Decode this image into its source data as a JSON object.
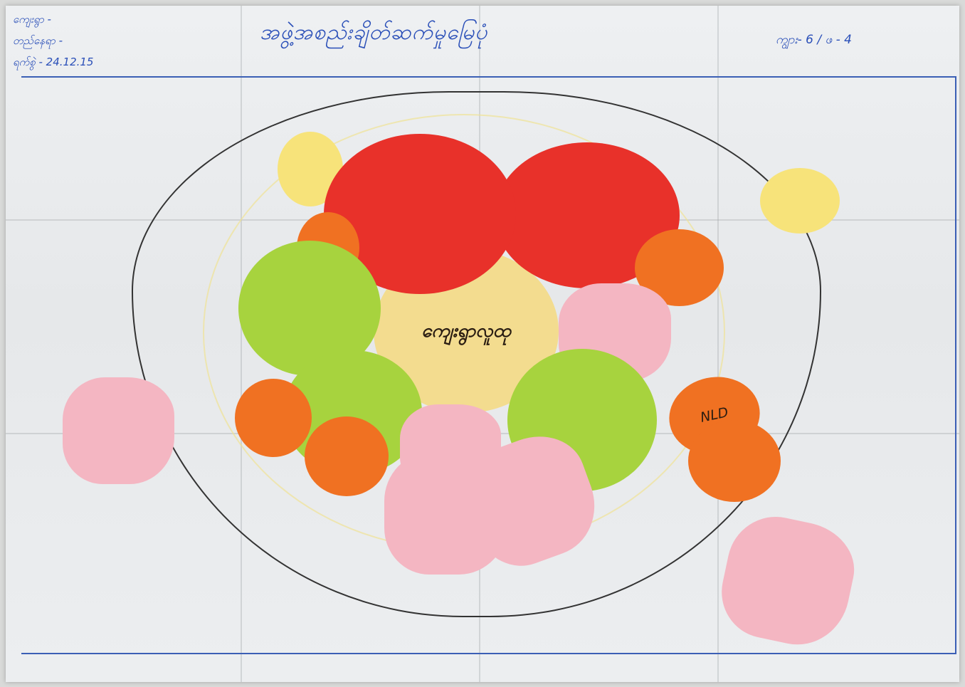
{
  "header": {
    "title": "အဖွဲ့အစည်းချိတ်ဆက်မှုမြေပုံ",
    "left_lines": [
      "ကျေးရွာ - ",
      "တည်နေရာ - ",
      "ရက်စွဲ - 24.12.15"
    ],
    "right_lines": [
      "",
      "ကျွား- 6 / ဖ - 4",
      ""
    ]
  },
  "circles": {
    "center": "ကျေးရွာလူထု",
    "big_red_left": "",
    "big_red_right": "",
    "orange_top_left": "",
    "orange_right": "",
    "green_left": "",
    "green_bottom_left": "",
    "orange_bottom_left_1": "",
    "orange_bottom_left_2": "",
    "pink_bottom_1": "",
    "pink_bottom_2": "",
    "pink_bottom_3": "",
    "green_right": "",
    "pink_right": "",
    "orange_nld_1": "NLD",
    "orange_nld_2": "",
    "yellow_top_left": "",
    "yellow_top_right": "",
    "pink_far_left": "",
    "pink_bottom_right": ""
  },
  "colors": {
    "red": "#e8312a",
    "orange": "#f07122",
    "green": "#a7d33e",
    "pink": "#f4b6c2",
    "yellow": "#f7e37a",
    "ink_blue": "#2a4fb8",
    "ink_black": "#2a1d12"
  }
}
